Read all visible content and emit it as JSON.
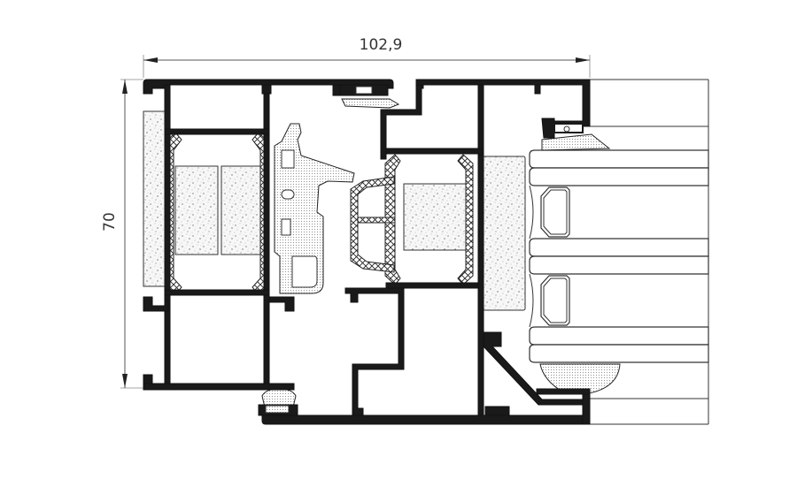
{
  "drawing": {
    "type": "window-profile-cross-section",
    "dimensions": {
      "width": {
        "label": "102,9",
        "orientation": "horizontal"
      },
      "height": {
        "label": "70",
        "orientation": "vertical"
      }
    },
    "colors": {
      "profile": "#1a1a1a",
      "line": "#333333",
      "dimension": "#555555",
      "background": "#ffffff"
    },
    "components": [
      "aluminium-frame-profile",
      "aluminium-sash-profile",
      "polyamide-thermal-breaks",
      "insulating-foam-inserts",
      "epdm-gaskets",
      "triple-glazing-unit",
      "glazing-bead"
    ]
  }
}
